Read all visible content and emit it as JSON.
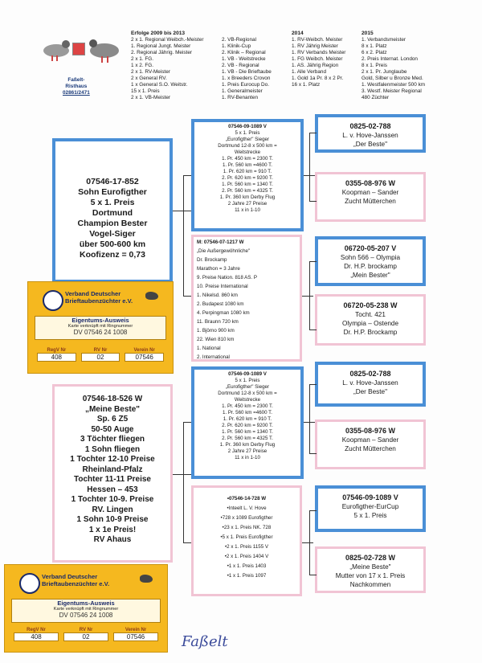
{
  "header": {
    "bird_caption": [
      "Faßelt-",
      "Risthaus",
      "02861/2471"
    ],
    "col1_title": "Erfolge 2009 bis 2013",
    "col1": [
      "2 x 1. Regional Weibch.-Meister",
      "1. Regional Jungt. Meister",
      "2. Regional Jährig. Meister",
      "2 x 1. FG.",
      "1 x 2. FG.",
      "2 x 1. RV-Meister",
      "2 x General RV.",
      "1 x General S.O. Weitstr.",
      "15 x 1. Preis",
      "2 x 1. VB-Meister"
    ],
    "col2": [
      "2. VB-Regional",
      "1. Klinik-Cup",
      "2. Klinik – Regional",
      "1. VB - Weitstrecke",
      "2. VB - Regional",
      "1. VB - Die Brieftaube",
      "1. x Breeders Crovon",
      "1. Preis Eurocup Do.",
      "1. Generalmeister",
      "1. RV-Benanten"
    ],
    "col3_title": "2014",
    "col3": [
      "1. RV-Weibch. Meister",
      "1. RV Jährig Meister",
      "1. RV Verbands Meister",
      "1. FG Weibch. Meister",
      "1. AS. Jährig Region",
      "1. Alle Verband",
      "1. Gold 1a Pr. 8 x 2 Pr.",
      "16 x 1. Platz"
    ],
    "col4_title": "2015",
    "col4": [
      "1. Verbandsmeister",
      "8 x 1. Platz",
      "6 x 2. Platz",
      "2. Preis Internat. London",
      "8 x 1. Preis",
      "2 x 1. Pr. Junglaube",
      "Gold, Silber u Bronze Med.",
      "1. Westfalenmeister 500 km",
      "3. Westf. Meister Regional",
      "480 Züchter"
    ]
  },
  "main_top": [
    "07546-17-852",
    "Sohn Eurofigther",
    "5 x 1. Preis",
    "Dortmund",
    "Champion Bester",
    "Vogel-Siger",
    "über 500-600 km",
    "Koofizenz = 0,73"
  ],
  "main_bottom": [
    "07546-18-526 W",
    "„Meine Beste\"",
    "Sp. 6 Z5",
    "50-50 Auge",
    "3 Töchter fliegen",
    "1 Sohn fliegen",
    "1 Tochter 12-10 Preise",
    "Rheinland-Pfalz",
    "Tochter 11-11 Preise",
    "Hessen – 453",
    "1 Tochter 10-9. Preise",
    "RV. Lingen",
    "1 Sohn 10-9 Preise",
    "1 x 1e Preis!",
    "RV Ahaus"
  ],
  "p_top": [
    "07546-09-1089 V",
    "5 x 1. Preis",
    "„Eurofigther\" Sieger",
    "Dortmund 12-8 x 500 km =",
    "Weitstrecke",
    "1. Pr. 450 km = 2300 T.",
    "1. Pr. 560 km =4600 T.",
    "1. Pr. 620 km = 910 T.",
    "2. Pr. 620 km = 9200 T.",
    "1. Pr. 560 km = 1340 T.",
    "2. Pr. 560 km = 4325 T.",
    "1. Pr. 360 km Derby Flug",
    "2 Jahre 27 Preise",
    "11 x in 1-10"
  ],
  "m_top": [
    "M: 07546-07-1217 W",
    "„Die Außergewöhnliche\"",
    "Dr. Brockamp",
    "Marathon = 3 Jahre",
    "9. Preise Nation. 818 AS. P",
    "10. Preise International",
    "1. Nikelsd. 860 km",
    "2. Budapest 1080 km",
    "4. Perpingman 1080 km",
    "11. Braunn 720 km",
    "1. Björno 900 km",
    "22. Wien 810 km",
    "1. National",
    "2. International"
  ],
  "p_bottom": [
    "07546-09-1089 V",
    "5 x 1. Preis",
    "„Eurofigther\" Sieger",
    "Dortmund 12-8 x 500 km =",
    "Weitstrecke",
    "1. Pr. 450 km = 2300 T.",
    "1. Pr. 560 km =4600 T.",
    "1. Pr. 620 km = 910 T.",
    "2. Pr. 620 km = 9200 T.",
    "1. Pr. 560 km = 1340 T.",
    "2. Pr. 560 km = 4325 T.",
    "1. Pr. 360 km Derby Flug",
    "2 Jahre 27 Preise",
    "11 x in 1-10"
  ],
  "m_bottom": [
    "•07546-14-728 W",
    "•Inteelt L. V. Hove",
    "•728 x 1089 Eurofigther",
    "•23 x 1. Preis NK. 728",
    "•5 x 1. Preis Eurofigther",
    "•2 x 1. Preis 1155 V",
    "•2 x 1. Preis 1404 V",
    "•1 x 1. Preis 1403",
    "•1 x 1. Preis 1097"
  ],
  "gp": [
    [
      "0825-02-788",
      "L. v. Hove-Janssen",
      "„Der Beste\""
    ],
    [
      "0355-08-976 W",
      "Koopman – Sander",
      "Zucht Mütterchen"
    ],
    [
      "06720-05-207 V",
      "Sohn 566 – Olympia",
      "Dr. H.P. brockamp",
      "„Mein Bester\""
    ],
    [
      "06720-05-238 W",
      "Tocht. 421",
      "Olympia – Ostende",
      "Dr. H.P. Brockamp"
    ],
    [
      "0825-02-788",
      "L. v. Hove-Janssen",
      "„Der Beste\""
    ],
    [
      "0355-08-976 W",
      "Koopman – Sander",
      "Zucht Mütterchen"
    ],
    [
      "07546-09-1089 V",
      "Eurofigther-EurCup",
      "5 x 1. Preis"
    ],
    [
      "0825-02-728 W",
      "„Meine Beste\"",
      "Mutter von 17 x 1. Preis",
      "Nachkommen"
    ]
  ],
  "card": {
    "org": "Verband Deutscher Brieftaubenzüchter e.V.",
    "title": "Eigentums-Ausweis",
    "subtitle": "Karte verknüpft mit Ringnummer",
    "ring": "DV 07546 24 1008",
    "h1": "RegV Nr",
    "h2": "RV Nr",
    "h3": "Verein Nr",
    "v1": "408",
    "v2": "02",
    "v3": "07546"
  },
  "signature": "Faßelt",
  "colors": {
    "blue": "#4a8fd6",
    "pink": "#f1c4d4",
    "card": "#f5b81f"
  }
}
